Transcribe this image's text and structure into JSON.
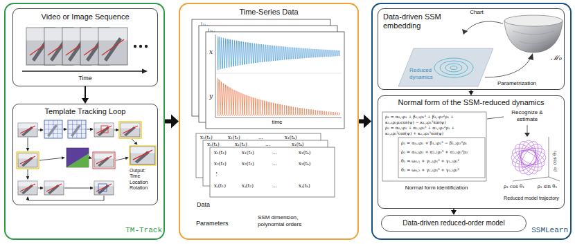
{
  "diagram": {
    "nodes": [
      {
        "text": [
          "TM-Track"
        ]
      },
      {
        "text": [
          "Video or Image Sequence"
        ],
        "in": 0
      },
      {
        "text": [
          "Template Tracking Loop"
        ],
        "in": 0
      },
      {
        "text": [
          "Time-Series Data"
        ]
      },
      {
        "text": [
          "SSMLearn"
        ]
      },
      {
        "text": [
          "Data-driven SSM embedding"
        ],
        "in": 4
      },
      {
        "text": [
          "Normal form of the SSM-reduced dynamics"
        ],
        "in": 4
      },
      {
        "text": [
          "Data-driven reduced-order model"
        ],
        "in": 4
      }
    ],
    "edges": [
      {
        "from": 1,
        "to": 2,
        "arrow": "to"
      },
      {
        "from": 0,
        "to": 3,
        "arrow": "to"
      },
      {
        "from": 3,
        "to": 4,
        "arrow": "to"
      },
      {
        "from": 5,
        "to": 6,
        "arrow": "to"
      },
      {
        "from": 6,
        "to": 7,
        "arrow": "to"
      }
    ],
    "labels": [
      "Time",
      "Output: Time Location Rotation",
      "x",
      "y",
      "time",
      "x₁(t₁)",
      "x₁(t₂)",
      "...",
      "x₁(tₖ)",
      "x₁(t₁)",
      "x₁(t₂)",
      "...",
      "x₁(tₖ)",
      "x₁(t₁)",
      "x₁(t₂)",
      "...",
      "x₁(tₖ)",
      "x₂(t₁)",
      "x₂(t₂)",
      "...",
      "x₂(tₖ)",
      "⋮",
      "xⱼ(t₁)",
      "xⱼ(t₂)",
      "...",
      "xⱼ(tₖ)",
      "Data",
      "Parameters",
      "SSM dimension, polynomial orders",
      "Chart",
      "Parametrization",
      "ℳ₀",
      "Reduced dynamics",
      "ρ̇₁ = α₀,₁ρ₁ + β₁,₁ρ₁³ + β₁,₂ρ₂²ρ₁ +",
      "κ₁,₁ρ₁ρ₂cos(ψ) − κ₁,₂ρ₁³sin(ψ)",
      "ρ̇₂ = α₀,₂ρ₂ + α₂,₁ρ₂³ + α₂,₂ρ₁²ρ₂ +",
      "κ₂,₁ρ₁²cos(ψ) + κ₂,₂ρ₁³sin(ψ)",
      "ρ̇₁ = α₀,₁ρ₁ + β₁,₁ρ₁³ − β₁,₂ρ₂²ρ₁",
      "ρ̇₂ = α₀,₂ρ₂ + α₂,₁ρ₂³ + α₂,₂ρ₁²ρ₂",
      "θ̇₁ = ω₀,₁ + γ₁,₁ρ₁² + γ₁,₂ρ₂²",
      "θ̇₂ = ω₀,₂ + γ₂,₁ρ₁² + γ₂,₂ρ₂²",
      "Normal form identification",
      "Recognize & estimate",
      "Reduced model trajectory",
      "ρ₁ cos θ₁",
      "ρ₁ sin θ₁",
      "ρ₂ cos θ₂"
    ]
  }
}
